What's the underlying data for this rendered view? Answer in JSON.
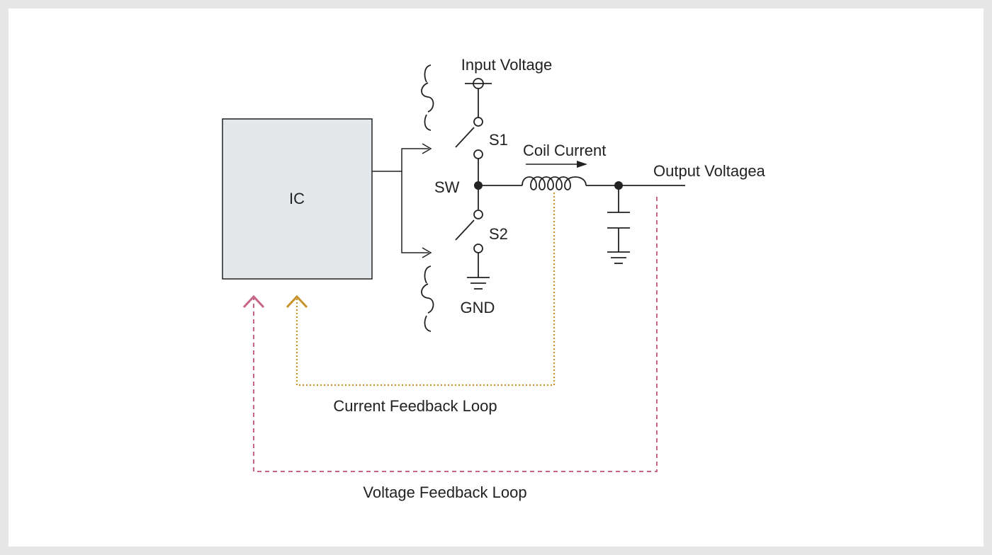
{
  "labels": {
    "ic": "IC",
    "input_voltage": "Input Voltage",
    "s1": "S1",
    "s2": "S2",
    "sw": "SW",
    "gnd": "GND",
    "coil_current": "Coil Current",
    "output_voltage": "Output Voltagea",
    "current_loop": "Current Feedback Loop",
    "voltage_loop": "Voltage Feedback Loop"
  },
  "colors": {
    "background": "#e6e6e6",
    "panel": "#ffffff",
    "ic_fill": "#e4e8ea",
    "wire": "#222222",
    "current_feedback": "#c8922a",
    "voltage_feedback": "#c86488"
  }
}
